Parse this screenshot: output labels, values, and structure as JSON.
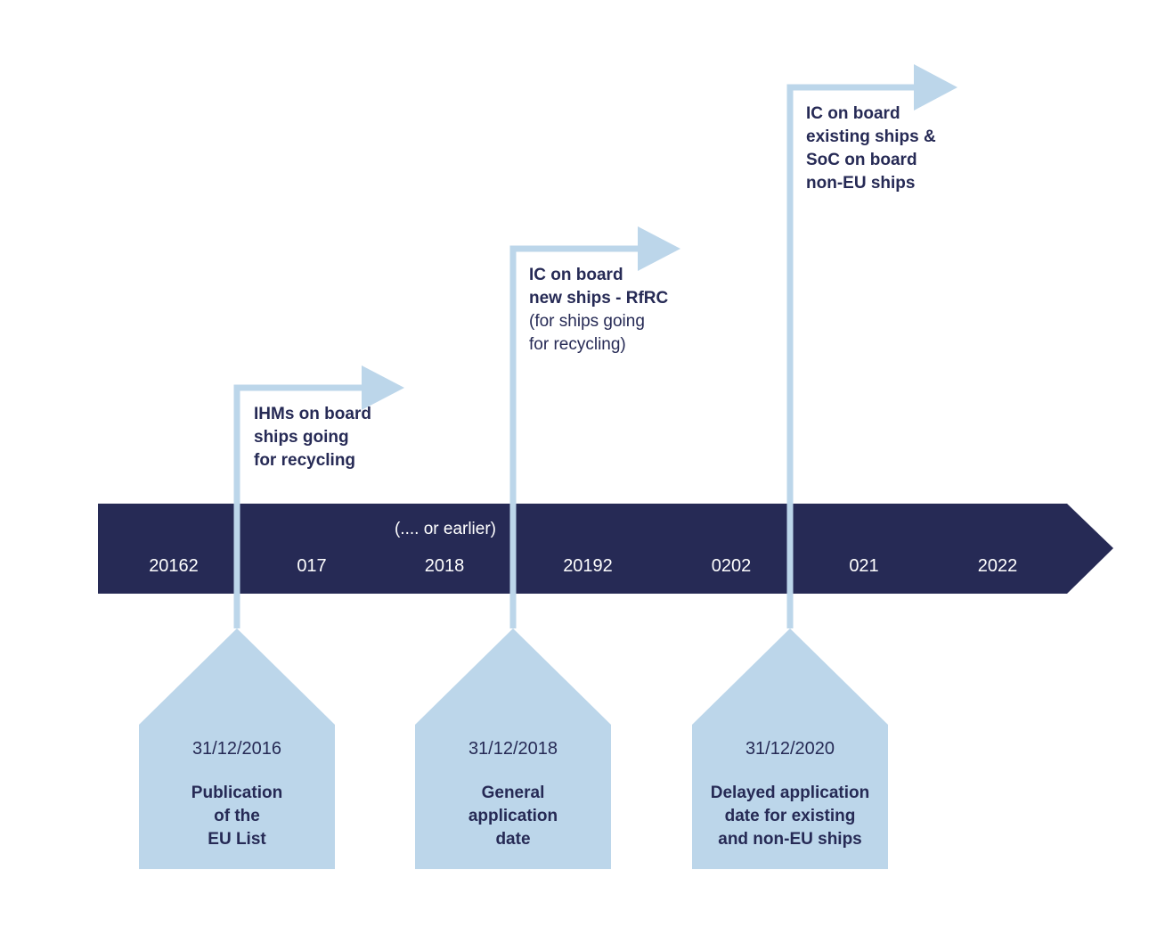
{
  "colors": {
    "navy": "#262a55",
    "light_blue": "#bcd6ea",
    "white": "#ffffff"
  },
  "timeline": {
    "years": [
      "20162",
      "017",
      "2018",
      "20192",
      "0202",
      "021",
      "2022"
    ],
    "note": "(.... or earlier)"
  },
  "arrows": [
    {
      "bold_lines": [
        "IHMs on board",
        "ships going",
        "for recycling"
      ],
      "normal_lines": []
    },
    {
      "bold_lines": [
        "IC on board",
        "new ships - RfRC"
      ],
      "normal_lines": [
        "(for ships going",
        "for recycling)"
      ]
    },
    {
      "bold_lines": [
        "IC on board",
        "existing ships &",
        "SoC on board",
        "non-EU ships"
      ],
      "normal_lines": []
    }
  ],
  "milestones": [
    {
      "date": "31/12/2016",
      "label_lines": [
        "Publication",
        "of the",
        "EU List"
      ]
    },
    {
      "date": "31/12/2018",
      "label_lines": [
        "General",
        "application",
        "date"
      ]
    },
    {
      "date": "31/12/2020",
      "label_lines": [
        "Delayed application",
        "date for existing",
        "and non-EU ships"
      ]
    }
  ]
}
